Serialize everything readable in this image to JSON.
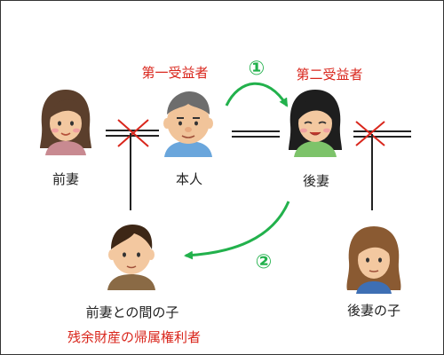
{
  "labels": {
    "first_beneficiary": "第一受益者",
    "second_beneficiary": "第二受益者",
    "former_wife": "前妻",
    "principal": "本人",
    "later_wife": "後妻",
    "child_former": "前妻との間の子",
    "child_later": "後妻の子",
    "residual_right_holder": "残余財産の帰属権利者",
    "step_1": "①",
    "step_2": "②"
  },
  "colors": {
    "accent_red": "#d9261c",
    "arrow_green": "#22b14c",
    "line": "#222222"
  },
  "icons": {
    "former_wife": "woman-avatar-icon",
    "principal": "elderly-man-avatar-icon",
    "later_wife": "woman-avatar-icon",
    "child_former": "young-man-avatar-icon",
    "child_later": "young-woman-avatar-icon"
  }
}
